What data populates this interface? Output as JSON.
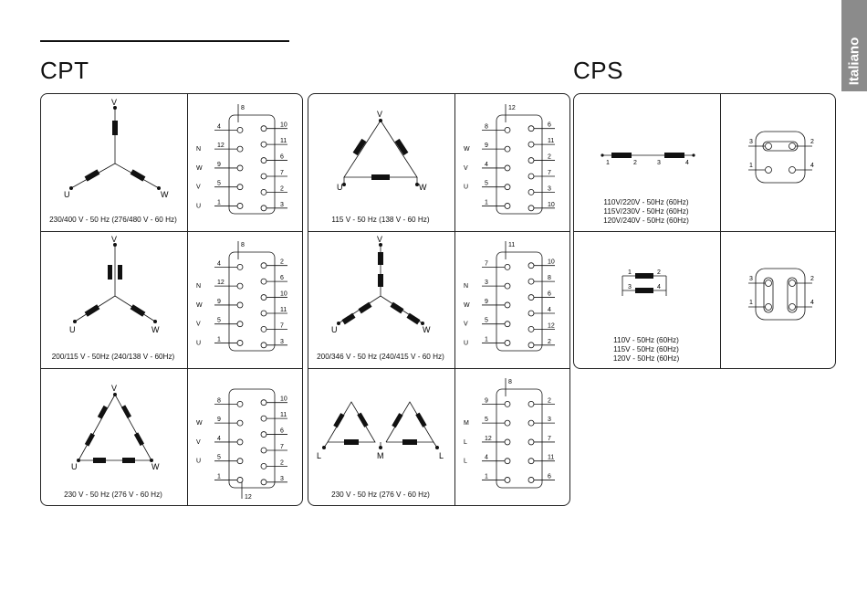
{
  "sections": {
    "cpt_title": "CPT",
    "cps_title": "CPS",
    "language_tab": "Italiano"
  },
  "captions": {
    "c1": "230/400 V - 50 Hz (276/480 V - 60 Hz)",
    "c2": "115 V - 50 Hz (138 V - 60 Hz)",
    "c3": "200/115 V - 50Hz (240/138 V - 60Hz)",
    "c4": "200/346 V - 50 Hz (240/415 V - 60 Hz)",
    "c5": "230 V - 50 Hz (276 V - 60 Hz)",
    "c6": "230 V - 50 Hz (276 V - 60 Hz)",
    "cps1": [
      "110V/220V - 50Hz (60Hz)",
      "115V/230V - 50Hz (60Hz)",
      "120V/240V - 50Hz (60Hz)"
    ],
    "cps2": [
      "110V - 50Hz (60Hz)",
      "115V - 50Hz (60Hz)",
      "120V - 50Hz (60Hz)"
    ]
  },
  "phase_labels": {
    "u": "U",
    "v": "V",
    "w": "W",
    "n": "N",
    "l": "L",
    "m": "M"
  },
  "terminal_blocks": {
    "b1": {
      "left": [
        "4",
        "12",
        "9",
        "5",
        "1"
      ],
      "top": "8",
      "right": [
        "10",
        "11",
        "6",
        "7",
        "2",
        "3"
      ],
      "phases": [
        "N",
        "W",
        "V",
        "U"
      ]
    },
    "b2": {
      "left": [
        "8",
        "9",
        "4",
        "5",
        "1"
      ],
      "top_bottom": "12",
      "right": [
        "6",
        "11",
        "2",
        "7",
        "3",
        "10"
      ],
      "phases": [
        "W",
        "V",
        "U"
      ]
    },
    "b3": {
      "left": [
        "4",
        "12",
        "9",
        "5",
        "1"
      ],
      "top": "8",
      "right": [
        "2",
        "6",
        "10",
        "11",
        "7",
        "3"
      ],
      "phases": [
        "N",
        "W",
        "V",
        "U"
      ]
    },
    "b4": {
      "left": [
        "7",
        "3",
        "9",
        "5",
        "1"
      ],
      "top": "11",
      "right": [
        "10",
        "8",
        "6",
        "4",
        "12",
        "2"
      ],
      "phases": [
        "N",
        "W",
        "V",
        "U"
      ]
    },
    "b5": {
      "left": [
        "8",
        "9",
        "4",
        "5",
        "1"
      ],
      "bottom": "12",
      "right": [
        "10",
        "11",
        "6",
        "7",
        "2",
        "3"
      ],
      "phases": [
        "W",
        "V",
        "U"
      ]
    },
    "b6": {
      "left": [
        "9",
        "5",
        "12",
        "4",
        "1"
      ],
      "top": "8",
      "right": [
        "2",
        "3",
        "7",
        "11",
        "6"
      ],
      "phases": [
        "M",
        "L",
        "L"
      ]
    },
    "cps_b1": {
      "left": [
        "3",
        "1"
      ],
      "right": [
        "2",
        "4"
      ]
    },
    "cps_b2": {
      "left": [
        "3",
        "1"
      ],
      "right": [
        "2",
        "4"
      ]
    }
  },
  "colors": {
    "ink": "#111111",
    "tab": "#8b8b8b",
    "coil": "#111111"
  }
}
